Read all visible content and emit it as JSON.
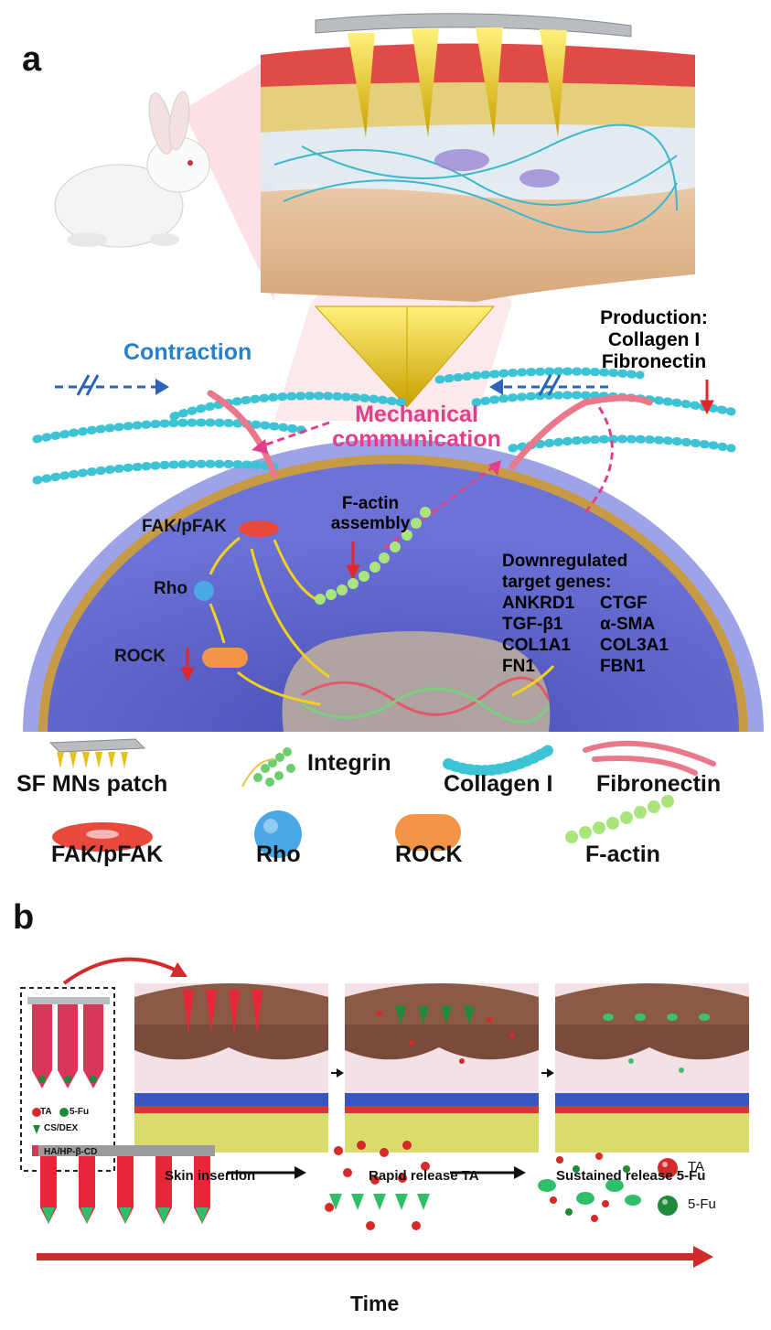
{
  "panel_a": {
    "letter": "a",
    "contraction": "Contraction",
    "production": [
      "Production:",
      "Collagen I",
      "Fibronectin"
    ],
    "mechanical": [
      "Mechanical",
      "communication"
    ],
    "fak": "FAK/pFAK",
    "factin_assembly": [
      "F-actin",
      "assembly"
    ],
    "rho": "Rho",
    "rock": "ROCK",
    "downregulated": [
      "Downregulated",
      "target genes:"
    ],
    "genes_left": [
      "ANKRD1",
      "TGF-β1",
      "COL1A1",
      "FN1"
    ],
    "genes_right": [
      "CTGF",
      "α-SMA",
      "COL3A1",
      "FBN1"
    ],
    "legend": {
      "sf_mns_patch": "SF MNs patch",
      "integrin": "Integrin",
      "collagen": "Collagen I",
      "fibronectin": "Fibronectin",
      "fak": "FAK/pFAK",
      "rho": "Rho",
      "rock": "ROCK",
      "factin": "F-actin"
    },
    "colors": {
      "contraction": "#2a7fc9",
      "mechanical": "#e0408a",
      "cell": "#5a5fc2",
      "collagen": "#3cc3d4",
      "fibronectin": "#e8788a",
      "arrow_yellow": "#f2d21b",
      "down_arrow": "#e3262b"
    }
  },
  "panel_b": {
    "letter": "b",
    "patch_legend": {
      "ta": "TA",
      "fu": "5-Fu",
      "csdex": "CS/DEX",
      "ha": "HA/HP-β-CD"
    },
    "captions": [
      "Skin insertion",
      "Rapid release TA",
      "Sustained release 5-Fu"
    ],
    "bottom_legend": {
      "ta": "TA",
      "fu": "5-Fu"
    },
    "time": "Time",
    "colors": {
      "ta": "#d42a2a",
      "fu": "#1f8a3a",
      "time_arrow": "#d12a2a"
    }
  }
}
